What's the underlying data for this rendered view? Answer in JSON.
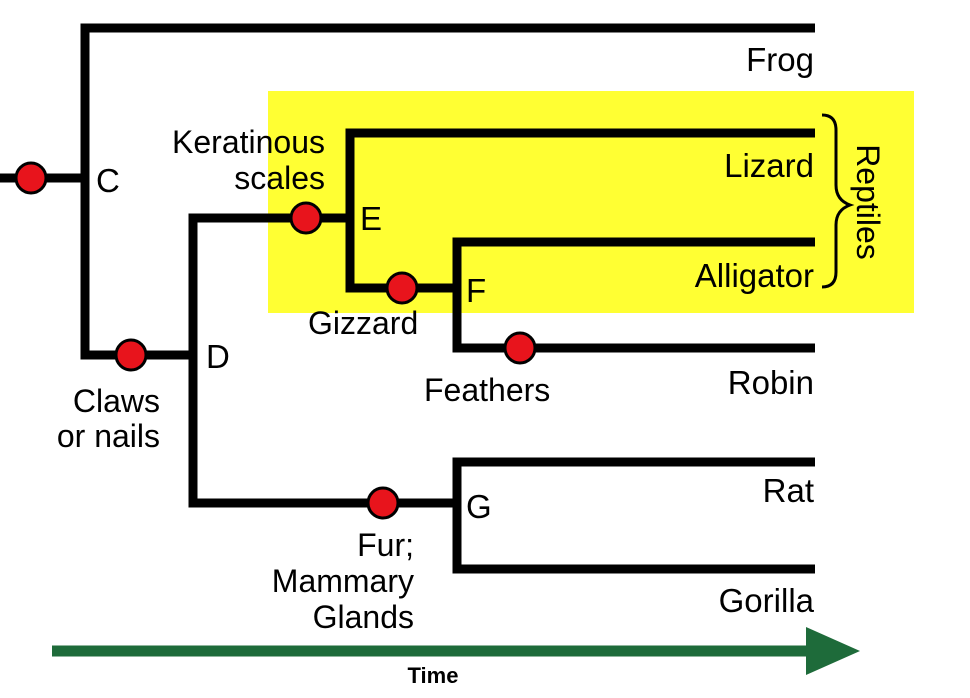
{
  "colors": {
    "highlight": "#FFFF33",
    "marker": "#E8141C",
    "arrow": "#1E6B3A",
    "line": "#000000"
  },
  "taxa": {
    "frog": "Frog",
    "lizard": "Lizard",
    "alligator": "Alligator",
    "robin": "Robin",
    "rat": "Rat",
    "gorilla": "Gorilla"
  },
  "nodes": {
    "c": "C",
    "d": "D",
    "e": "E",
    "f": "F",
    "g": "G"
  },
  "traits": {
    "keratinous_line1": "Keratinous",
    "keratinous_line2": "scales",
    "gizzard": "Gizzard",
    "claws_line1": "Claws",
    "claws_line2": "or nails",
    "feathers": "Feathers",
    "fur_line1": "Fur;",
    "fur_line2": "Mammary",
    "fur_line3": "Glands"
  },
  "group_label": "Reptiles",
  "time_label": "Time"
}
